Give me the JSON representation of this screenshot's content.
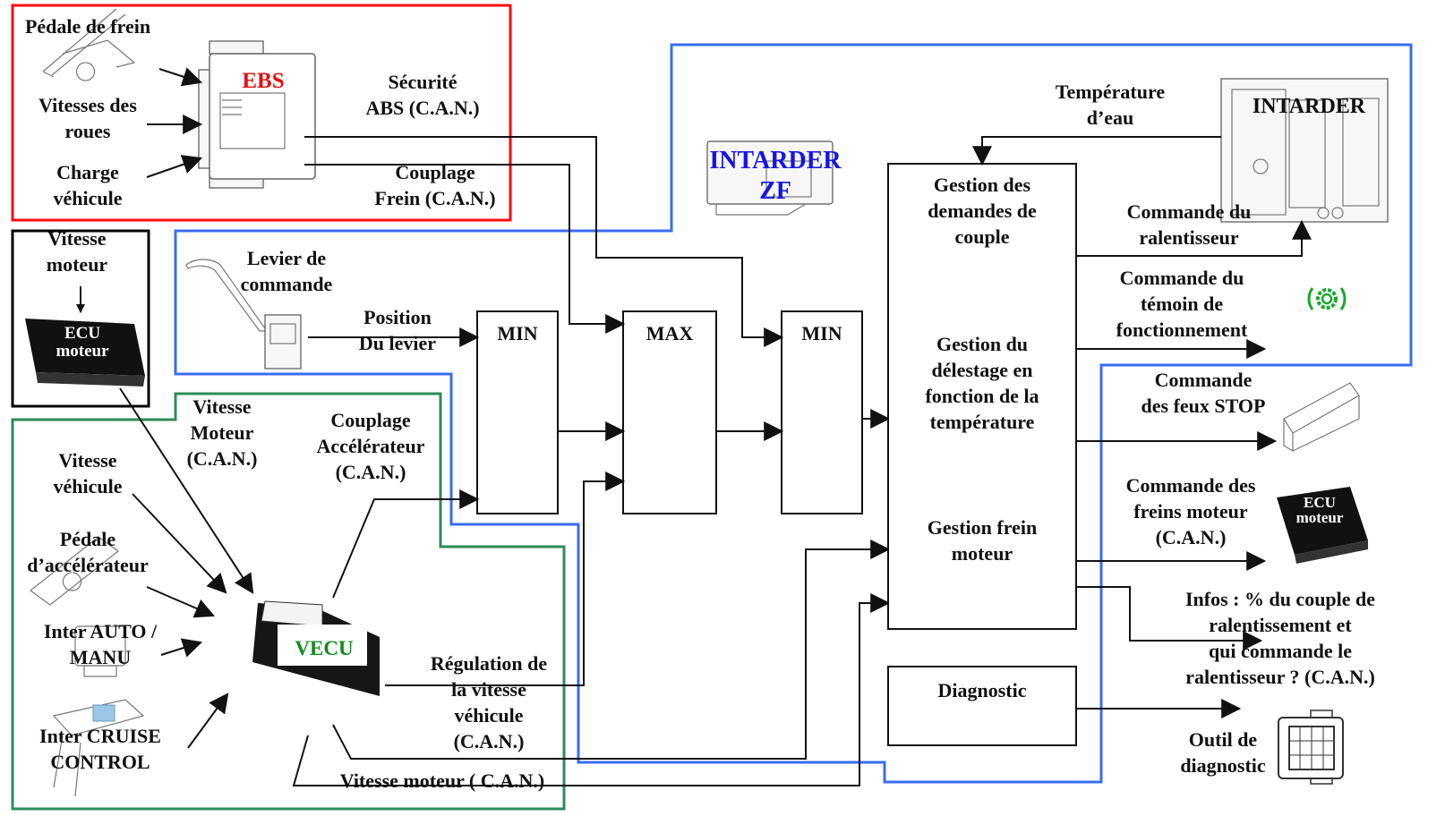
{
  "colors": {
    "ebs_zone": "#ff0a0a",
    "intarder_zone": "#3a6cf0",
    "vecu_zone": "#2e8b57",
    "ebs_label": "#e41010",
    "intarder_zf_label": "#1414e6",
    "vecu_label": "#118a1e",
    "indicator_icon": "#1aa82a"
  },
  "ebs_zone": {
    "title": "EBS",
    "inputs": [
      {
        "lines": [
          "Pédale de frein"
        ]
      },
      {
        "lines": [
          "Vitesses des",
          "roues"
        ]
      },
      {
        "lines": [
          "Charge",
          "véhicule"
        ]
      }
    ],
    "outputs": [
      {
        "lines": [
          "Sécurité",
          "ABS (C.A.N.)"
        ]
      },
      {
        "lines": [
          "Couplage",
          "Frein (C.A.N.)"
        ]
      }
    ]
  },
  "ecu_engine_box": {
    "label_lines": [
      "Vitesse",
      "moteur"
    ],
    "device_lines": [
      "ECU",
      "moteur"
    ]
  },
  "lever_zone": {
    "lever_lines": [
      "Levier de",
      "commande"
    ],
    "position_lines": [
      "Position",
      "Du levier"
    ]
  },
  "vecu_zone": {
    "title": "VECU",
    "inputs": [
      {
        "lines": [
          "Vitesse",
          "véhicule"
        ]
      },
      {
        "lines": [
          "Pédale",
          "d’accélérateur"
        ]
      },
      {
        "lines": [
          "Inter AUTO /",
          "MANU"
        ]
      },
      {
        "lines": [
          "Inter CRUISE",
          "CONTROL"
        ]
      }
    ],
    "engine_speed_can": [
      "Vitesse",
      "Moteur",
      "(C.A.N.)"
    ],
    "coupling_accel": [
      "Couplage",
      "Accélérateur",
      "(C.A.N.)"
    ],
    "speed_regulation": [
      "Régulation de",
      "la vitesse",
      "véhicule",
      "(C.A.N.)"
    ],
    "engine_speed_bottom": "Vitesse moteur ( C.A.N.)"
  },
  "logic_blocks": [
    {
      "label": "MIN"
    },
    {
      "label": "MAX"
    },
    {
      "label": "MIN"
    }
  ],
  "intarder_zf": {
    "lines": [
      "INTARDER",
      "ZF"
    ]
  },
  "management_block": {
    "sections": [
      {
        "lines": [
          "Gestion des",
          "demandes de",
          "couple"
        ]
      },
      {
        "lines": [
          "Gestion du",
          "délestage en",
          "fonction de la",
          "température"
        ]
      },
      {
        "lines": [
          "Gestion frein",
          "moteur"
        ]
      }
    ]
  },
  "diagnostic_block": {
    "label": "Diagnostic"
  },
  "intarder": {
    "title": "INTARDER",
    "water_temp": [
      "Température",
      "d’eau"
    ],
    "retarder_cmd": [
      "Commande du",
      "ralentisseur"
    ],
    "indicator_cmd": [
      "Commande du",
      "témoin de",
      "fonctionnement"
    ]
  },
  "outputs": {
    "stop_lights": [
      "Commande",
      "des feux STOP"
    ],
    "engine_brakes": [
      "Commande des",
      "freins moteur",
      "(C.A.N.)"
    ],
    "engine_ecu_device": [
      "ECU",
      "moteur"
    ],
    "infos": [
      "Infos : % du couple de",
      "ralentissement et",
      "qui commande le",
      "ralentisseur ? (C.A.N.)"
    ],
    "diag_tool": [
      "Outil de",
      "diagnostic"
    ]
  }
}
